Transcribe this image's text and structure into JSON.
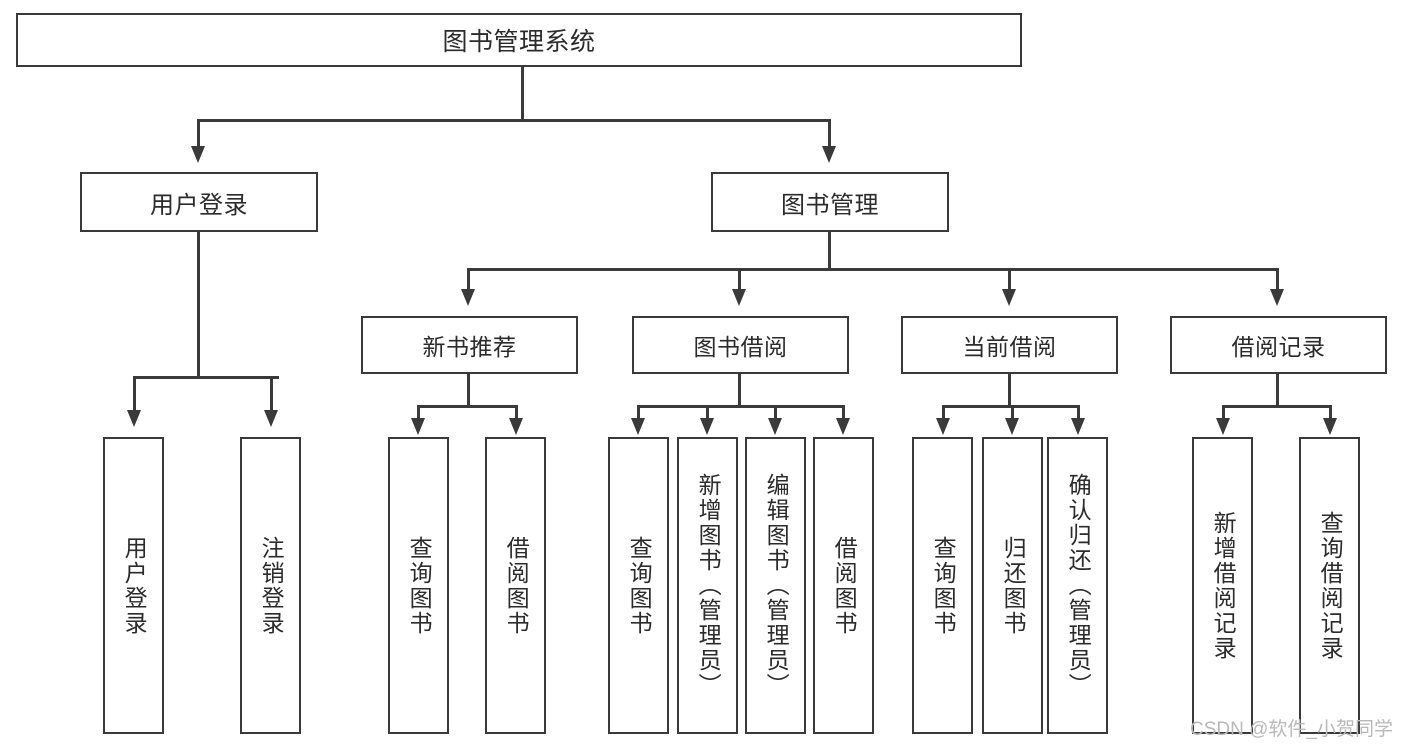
{
  "diagram": {
    "type": "tree",
    "title": "图书管理系统",
    "watermark": "CSDN @软件_小贺同学",
    "colors": {
      "stroke": "#3a3a3a",
      "fill": "#ffffff",
      "text": "#2b2b2b",
      "watermark": "#b9b9b9"
    }
  },
  "nodes": {
    "root": {
      "label": "图书管理系统"
    },
    "level2": [
      {
        "id": "user-login",
        "label": "用户登录"
      },
      {
        "id": "book-management",
        "label": "图书管理"
      }
    ],
    "level3": [
      {
        "id": "new-book-recommend",
        "label": "新书推荐"
      },
      {
        "id": "book-borrow",
        "label": "图书借阅"
      },
      {
        "id": "current-borrow",
        "label": "当前借阅"
      },
      {
        "id": "borrow-record",
        "label": "借阅记录"
      }
    ],
    "leaves": {
      "user_login": [
        {
          "id": "leaf-user-login",
          "label": "用户登录"
        },
        {
          "id": "leaf-logout-login",
          "label": "注销登录"
        }
      ],
      "new_book_recommend": [
        {
          "id": "leaf-query-book-1",
          "label": "查询图书"
        },
        {
          "id": "leaf-borrow-book-1",
          "label": "借阅图书"
        }
      ],
      "book_borrow": [
        {
          "id": "leaf-query-book-2",
          "label": "查询图书"
        },
        {
          "id": "leaf-add-book-admin",
          "label": "新增图书（管理员）"
        },
        {
          "id": "leaf-edit-book-admin",
          "label": "编辑图书（管理员）"
        },
        {
          "id": "leaf-borrow-book-2",
          "label": "借阅图书"
        }
      ],
      "current_borrow": [
        {
          "id": "leaf-query-book-3",
          "label": "查询图书"
        },
        {
          "id": "leaf-return-book",
          "label": "归还图书"
        },
        {
          "id": "leaf-confirm-return-admin",
          "label": "确认归还（管理员）"
        }
      ],
      "borrow_record": [
        {
          "id": "leaf-add-borrow-record",
          "label": "新增借阅记录"
        },
        {
          "id": "leaf-query-borrow-record",
          "label": "查询借阅记录"
        }
      ]
    }
  }
}
